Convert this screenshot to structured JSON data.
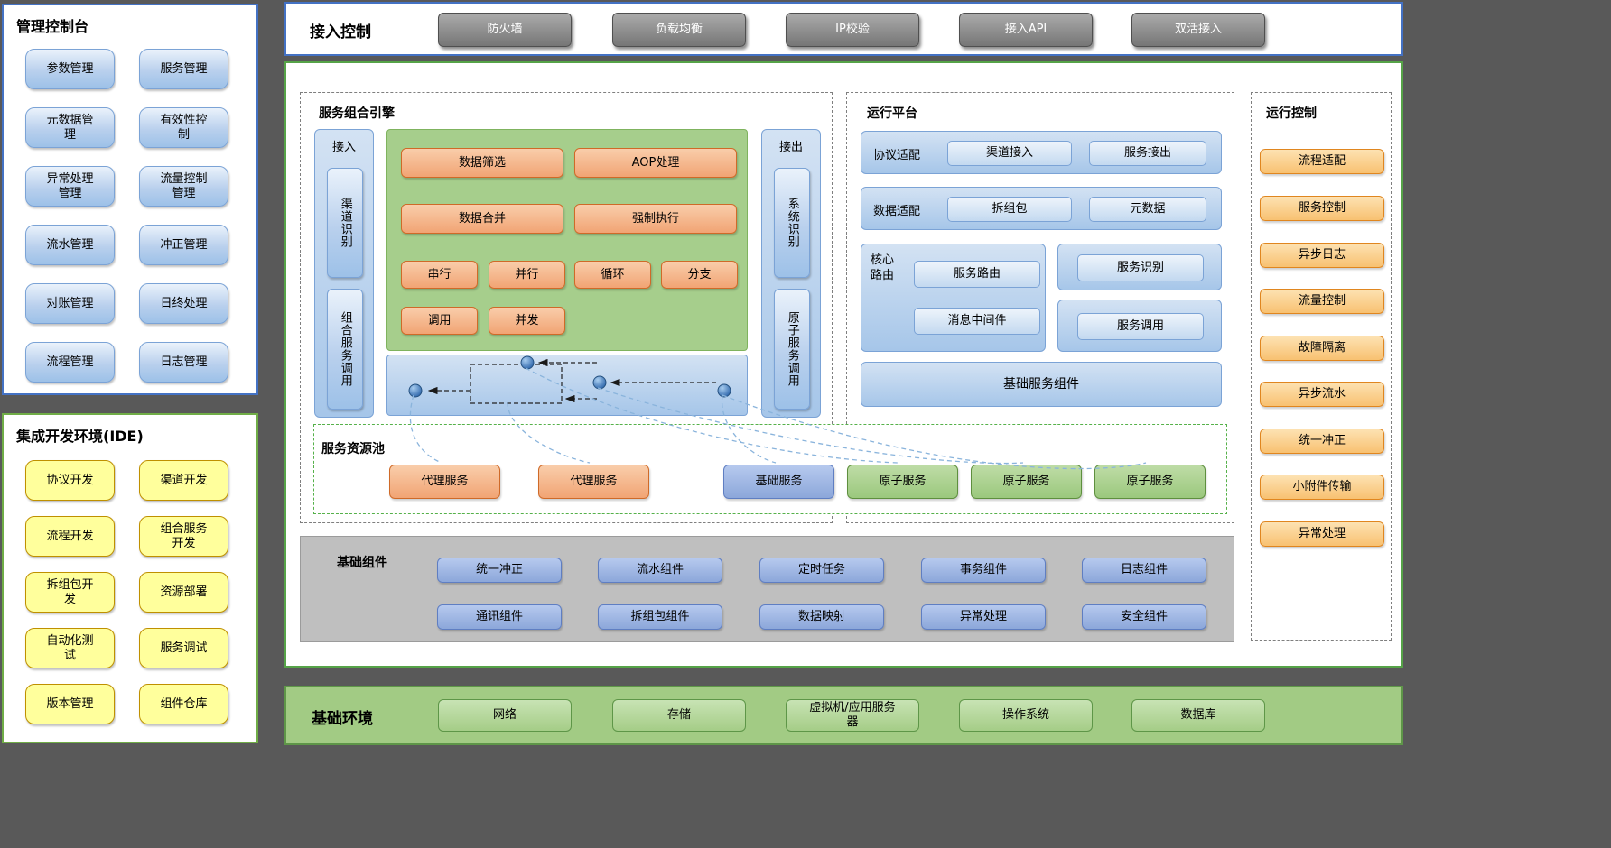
{
  "management_console": {
    "title": "管理控制台",
    "items": [
      "参数管理",
      "服务管理",
      "元数据管理",
      "有效性控制",
      "异常处理管理",
      "流量控制管理",
      "流水管理",
      "冲正管理",
      "对账管理",
      "日终处理",
      "流程管理",
      "日志管理"
    ]
  },
  "ide": {
    "title": "集成开发环境(IDE)",
    "items": [
      "协议开发",
      "渠道开发",
      "流程开发",
      "组合服务开发",
      "拆组包开发",
      "资源部署",
      "自动化测试",
      "服务调试",
      "版本管理",
      "组件仓库"
    ]
  },
  "access_control": {
    "title": "接入控制",
    "items": [
      "防火墙",
      "负载均衡",
      "IP校验",
      "接入API",
      "双活接入"
    ]
  },
  "composition_engine": {
    "title": "服务组合引擎",
    "inbound": {
      "title": "接入",
      "channel_identify": "渠道识别",
      "composite_call": "组合服务调用"
    },
    "outbound": {
      "title": "接出",
      "system_identify": "系统识别",
      "atomic_call": "原子服务调用"
    },
    "ops": [
      "数据筛选",
      "AOP处理",
      "数据合并",
      "强制执行"
    ],
    "flow_ops": [
      "串行",
      "并行",
      "循环",
      "分支",
      "调用",
      "并发"
    ]
  },
  "runtime_platform": {
    "title": "运行平台",
    "protocol_adapt": {
      "label": "协议适配",
      "items": [
        "渠道接入",
        "服务接出"
      ]
    },
    "data_adapt": {
      "label": "数据适配",
      "items": [
        "拆组包",
        "元数据"
      ]
    },
    "core_routing": {
      "label": "核心路由",
      "items": [
        "服务路由",
        "消息中间件"
      ]
    },
    "service_identify": "服务识别",
    "service_call": "服务调用",
    "base_components": "基础服务组件"
  },
  "resource_pool": {
    "title": "服务资源池",
    "items": [
      {
        "label": "代理服务",
        "type": "proxy"
      },
      {
        "label": "代理服务",
        "type": "proxy"
      },
      {
        "label": "基础服务",
        "type": "base"
      },
      {
        "label": "原子服务",
        "type": "atomic"
      },
      {
        "label": "原子服务",
        "type": "atomic"
      },
      {
        "label": "原子服务",
        "type": "atomic"
      }
    ]
  },
  "runtime_control": {
    "title": "运行控制",
    "items": [
      "流程适配",
      "服务控制",
      "异步日志",
      "流量控制",
      "故障隔离",
      "异步流水",
      "统一冲正",
      "小附件传输",
      "异常处理"
    ]
  },
  "base_components": {
    "title": "基础组件",
    "row1": [
      "统一冲正",
      "流水组件",
      "定时任务",
      "事务组件",
      "日志组件"
    ],
    "row2": [
      "通讯组件",
      "拆组包组件",
      "数据映射",
      "异常处理",
      "安全组件"
    ]
  },
  "base_environment": {
    "title": "基础环境",
    "items": [
      "网络",
      "存储",
      "虚拟机/应用服务器",
      "操作系统",
      "数据库"
    ]
  },
  "colors": {
    "blue_border": "#4472c4",
    "green_border": "#70ad47",
    "orange_button": "#f4b183",
    "green_button": "#a9d18e",
    "blue_button": "#8faadc",
    "yellow_button": "#ffff99",
    "amber_button": "#fbd394",
    "gray_button": "#808080",
    "background": "#595959"
  }
}
